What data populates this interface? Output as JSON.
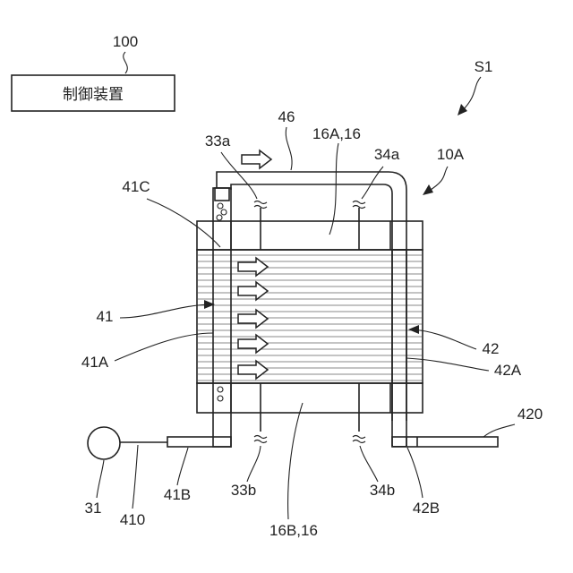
{
  "controller": {
    "ref": "100",
    "label": "制御装置"
  },
  "labels": {
    "system": "S1",
    "unit": "10A",
    "pipe_top": "46",
    "header_top": "16A,16",
    "header_bottom": "16B,16",
    "sensor_top_left": "33a",
    "sensor_top_right": "34a",
    "sensor_bottom_left": "33b",
    "sensor_bottom_right": "34b",
    "left_pipe_entry": "41C",
    "left_pipe": "41",
    "left_pipe_inner": "41A",
    "left_pipe_bottom": "41B",
    "right_pipe": "42",
    "right_pipe_inner": "42A",
    "right_pipe_bottom": "42B",
    "outlet_pipe": "420",
    "pump": "31",
    "inlet_pipe": "410"
  }
}
